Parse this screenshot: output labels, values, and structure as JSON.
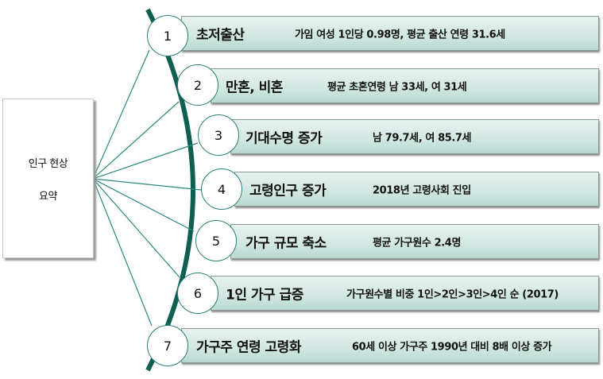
{
  "summary": {
    "line1": "인구 현상",
    "line2": "요약"
  },
  "colors": {
    "spine": "#0f5e52",
    "link": "#2a8a7d",
    "bar_top": "#e7f2ef",
    "bar_bottom": "#b8d9d1",
    "node_border": "#2a7f74"
  },
  "items": [
    {
      "num": "1",
      "title": "초저출산",
      "desc": "가임 여성 1인당 0.98명, 평균 출산 연령 31.6세"
    },
    {
      "num": "2",
      "title": "만혼, 비혼",
      "desc": "평균 초혼연령 남 33세, 여 31세"
    },
    {
      "num": "3",
      "title": "기대수명 증가",
      "desc": "남 79.7세, 여 85.7세"
    },
    {
      "num": "4",
      "title": "고령인구 증가",
      "desc": "2018년 고령사회 진입"
    },
    {
      "num": "5",
      "title": "가구 규모 축소",
      "desc": "평균 가구원수 2.4명"
    },
    {
      "num": "6",
      "title": "1인 가구 급증",
      "desc": "가구원수별 비중 1인>2인>3인>4인 순 (2017)"
    },
    {
      "num": "7",
      "title": "가구주 연령 고령화",
      "desc": "60세 이상 가구주 1990년 대비 8배 이상 증가"
    }
  ]
}
